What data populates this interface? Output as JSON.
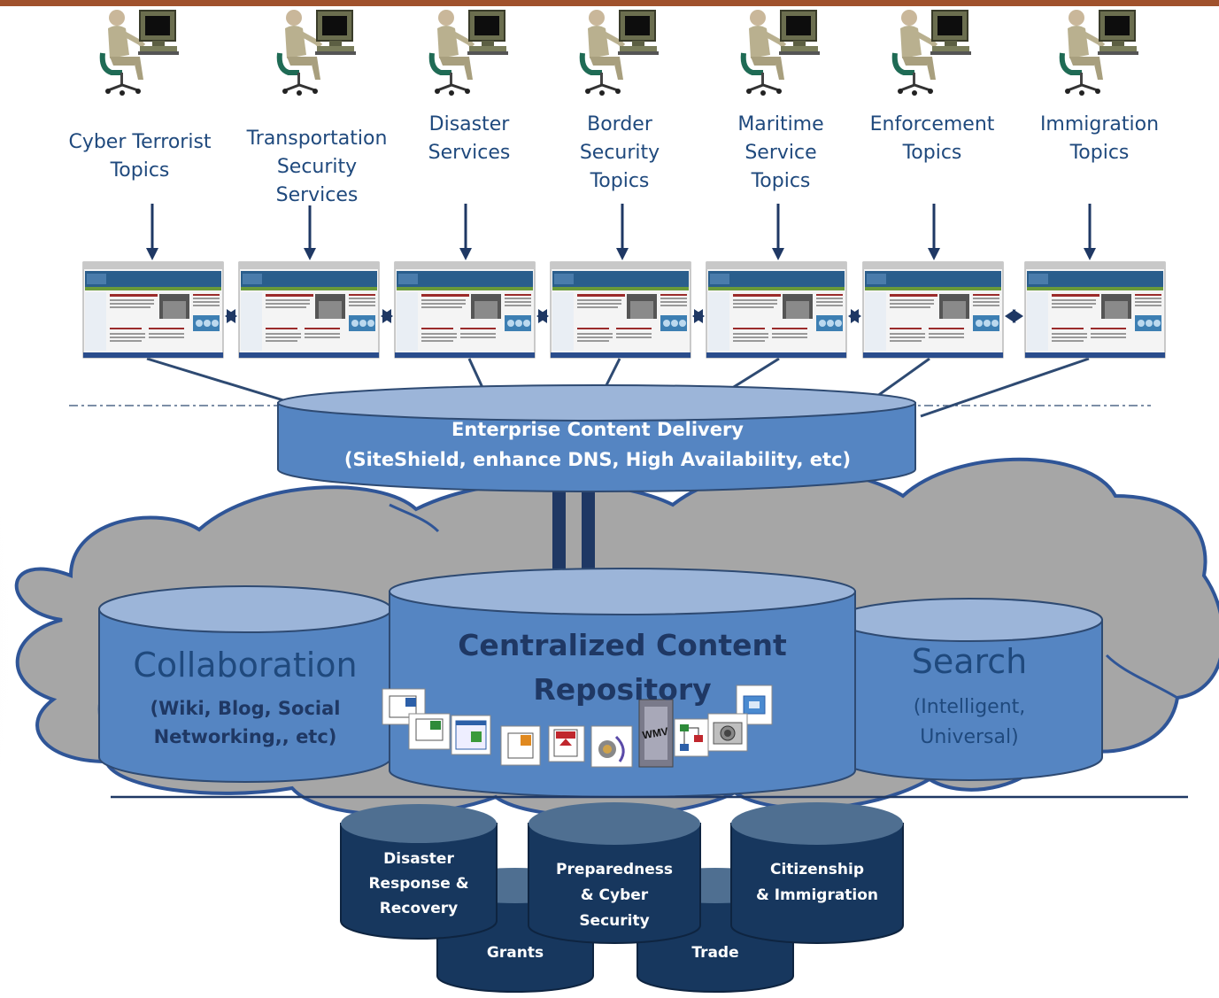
{
  "colors": {
    "top_rule": "#a0522d",
    "label_text": "#1f497d",
    "arrow": "#1f3864",
    "cloud_fill": "#a6a6a6",
    "cloud_stroke": "#2f5597",
    "cyl_fill": "#5585c2",
    "cyl_top": "#9cb5d9",
    "dark_cyl_fill": "#17375e",
    "dark_cyl_top": "#4f6f91"
  },
  "users": [
    {
      "label": "Cyber Terrorist\nTopics",
      "icon": "user-at-computer-icon"
    },
    {
      "label": "Transportation\nSecurity\nServices",
      "icon": "user-at-computer-icon"
    },
    {
      "label": "Disaster\nServices",
      "icon": "user-at-computer-icon"
    },
    {
      "label": "Border\nSecurity\nTopics",
      "icon": "user-at-computer-icon"
    },
    {
      "label": "Maritime\nService\nTopics",
      "icon": "user-at-computer-icon"
    },
    {
      "label": "Enforcement\nTopics",
      "icon": "user-at-computer-icon"
    },
    {
      "label": "Immigration\nTopics",
      "icon": "user-at-computer-icon"
    }
  ],
  "website_icon": "website-screenshot-icon",
  "delivery": {
    "line1": "Enterprise Content Delivery",
    "line2": "(SiteShield, enhance DNS, High Availability, etc)"
  },
  "collaboration": {
    "title": "Collaboration",
    "subtitle": "(Wiki, Blog, Social\nNetworking,, etc)"
  },
  "repository": {
    "title": "Centralized Content\nRepository",
    "file_icons": [
      "word-doc-icon",
      "excel-doc-icon",
      "window-doc-icon",
      "powerpoint-doc-icon",
      "pdf-doc-icon",
      "audio-file-icon",
      "wmv-film-icon",
      "flowchart-doc-icon",
      "image-file-icon",
      "camera-icon"
    ]
  },
  "search": {
    "title": "Search",
    "subtitle": "(Intelligent,\nUniversal)"
  },
  "databases": {
    "disaster": "Disaster\nResponse &\nRecovery",
    "grants": "Grants",
    "preparedness": "Preparedness\n& Cyber\nSecurity",
    "trade": "Trade",
    "citizenship": "Citizenship\n& Immigration"
  }
}
